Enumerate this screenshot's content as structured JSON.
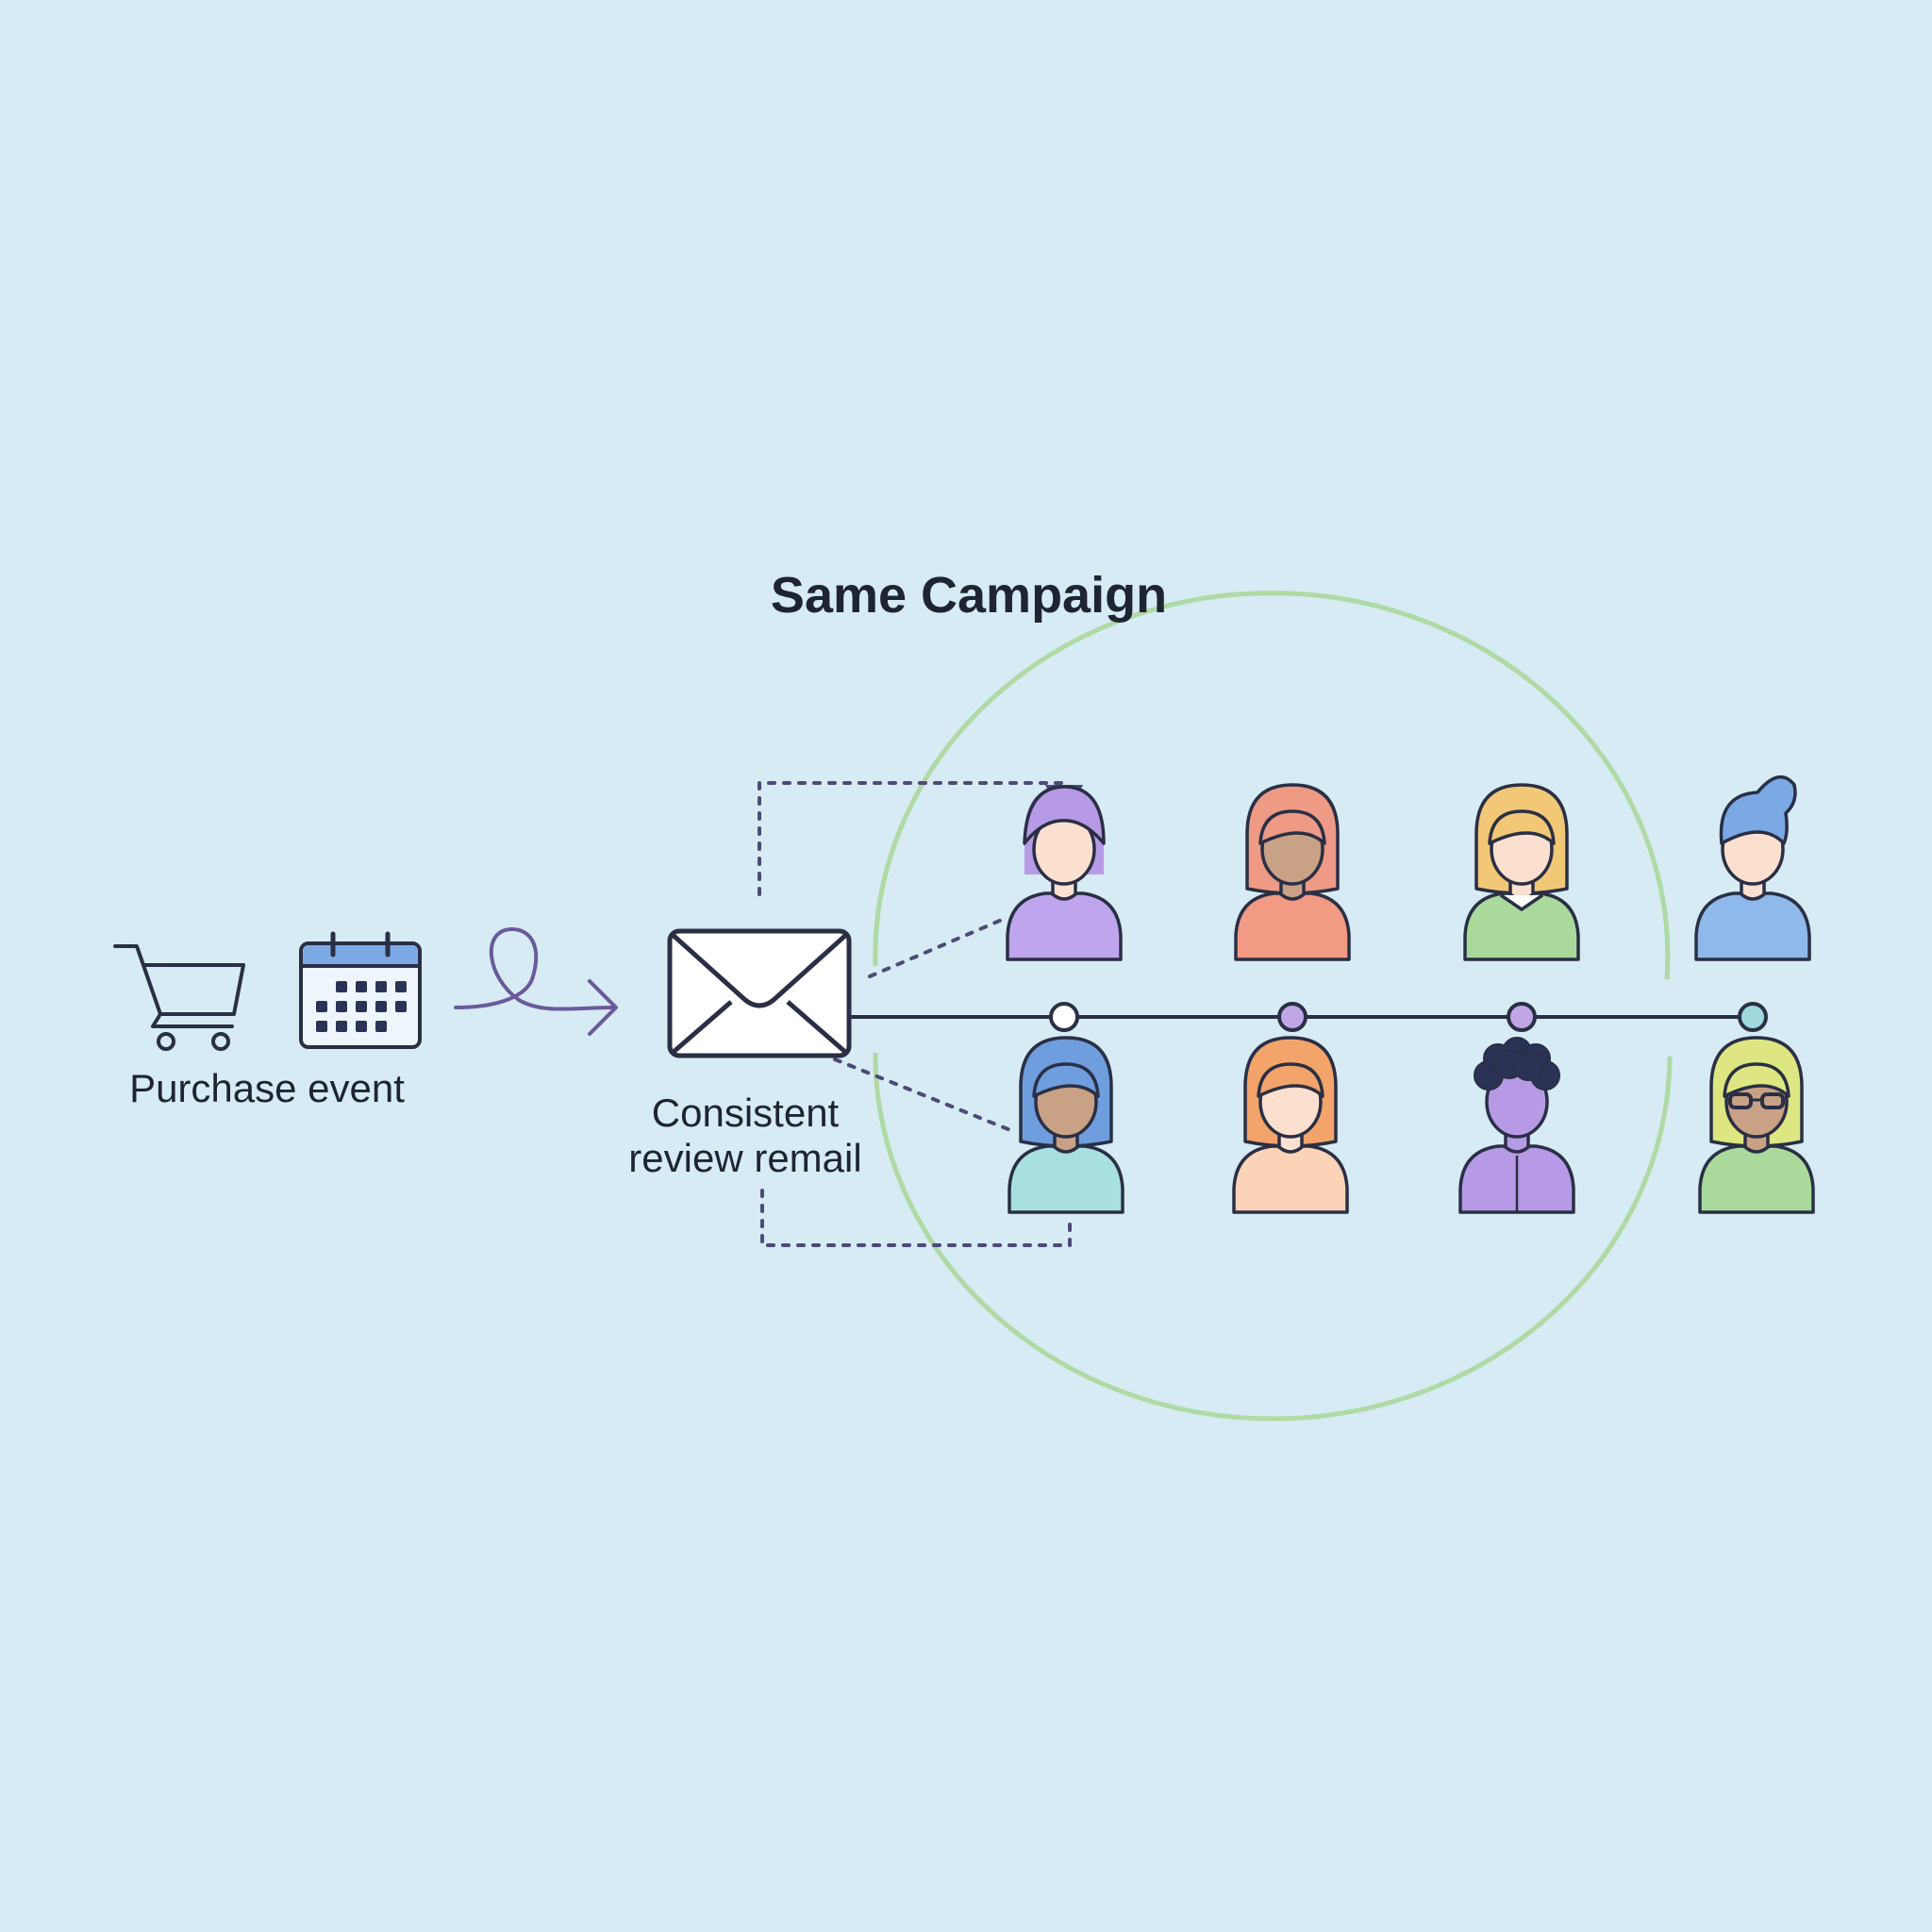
{
  "title": "Same Campaign",
  "purchase_label": "Purchase event",
  "email_label_line1": "Consistent",
  "email_label_line2": "review remail",
  "icons": [
    "cart-icon",
    "calendar-icon",
    "loop-arrow-icon",
    "envelope-icon"
  ],
  "colors": {
    "background": "#d6ebf3",
    "ink": "#2a2f45",
    "accent": "#6a5a9c",
    "campaign_circle": "#b0d9a4"
  },
  "recipients_top": [
    {
      "hair": "#b79ae6",
      "skin": "#fbe0cf",
      "shirt": "#bfa5ee",
      "style": "bob",
      "node": "#ffffff"
    },
    {
      "hair": "#ee9a85",
      "skin": "#c9a184",
      "shirt": "#f29a83",
      "style": "long",
      "node": "#c1a6e6"
    },
    {
      "hair": "#f2c877",
      "skin": "#fbe0cf",
      "shirt": "#a9da9c",
      "style": "long-collar",
      "node": "#c1a6e6"
    },
    {
      "hair": "#7aa9e6",
      "skin": "#fbe0cf",
      "shirt": "#8fb9ea",
      "style": "quiff",
      "node": "#9fd8dd"
    }
  ],
  "recipients_bottom": [
    {
      "hair": "#6f9ede",
      "skin": "#c9a184",
      "shirt": "#a8e0e2",
      "style": "long"
    },
    {
      "hair": "#f3a46b",
      "skin": "#fbe0cf",
      "shirt": "#fbd3b6",
      "style": "wavy"
    },
    {
      "hair": "#2a3256",
      "skin": "#b69ae6",
      "shirt": "#b69ae6",
      "style": "curly"
    },
    {
      "hair": "#dde680",
      "skin": "#c9a184",
      "shirt": "#a9da9c",
      "style": "glasses"
    }
  ]
}
